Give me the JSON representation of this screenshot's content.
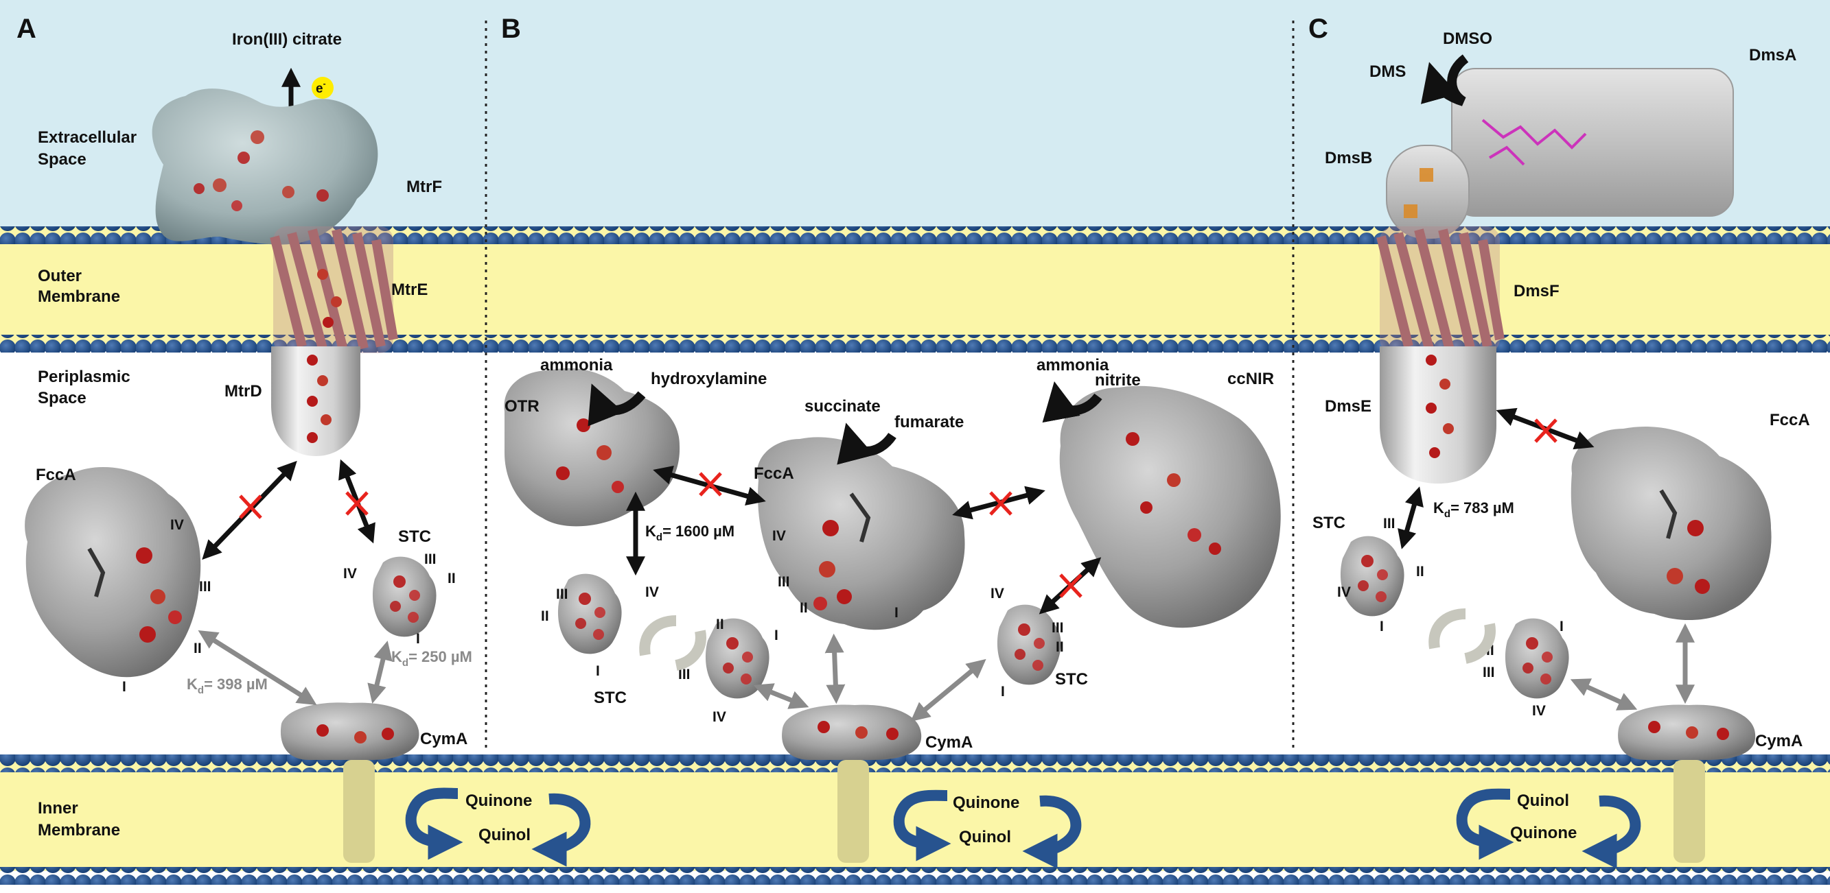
{
  "panels": {
    "a": {
      "letter": "A",
      "regions": {
        "extracellular": [
          "Extracellular",
          "Space"
        ],
        "outer_membrane": [
          "Outer",
          "Membrane"
        ],
        "periplasm": [
          "Periplasmic",
          "Space"
        ],
        "inner_membrane": [
          "Inner",
          "Membrane"
        ]
      },
      "substrate": "Iron(III) citrate",
      "electron": "e",
      "electron_sup": "-",
      "proteins": {
        "mtrf": "MtrF",
        "mtre": "MtrE",
        "mtrd": "MtrD",
        "fcca": "FccA",
        "stc": "STC",
        "cyma": "CymA"
      },
      "fcca_heme_labels": [
        "IV",
        "III",
        "II",
        "I"
      ],
      "stc_heme_labels": [
        "III",
        "IV",
        "II",
        "I"
      ],
      "kd_fcca_cyma": {
        "k": "K",
        "sub": "d",
        "value": "= 398 µM"
      },
      "kd_stc_cyma": {
        "k": "K",
        "sub": "d",
        "value": "= 250 µM"
      },
      "quinone": "Quinone",
      "quinol": "Quinol"
    },
    "b": {
      "letter": "B",
      "proteins": {
        "otr": "OTR",
        "fcca": "FccA",
        "ccnir": "ccNIR",
        "stc_left": "STC",
        "stc_right": "STC",
        "cyma": "CymA"
      },
      "otr_substrate": "hydroxylamine",
      "otr_product": "ammonia",
      "fcca_substrate": "fumarate",
      "fcca_product": "succinate",
      "ccnir_substrate": "nitrite",
      "ccnir_product": "ammonia",
      "fcca_heme_labels": [
        "IV",
        "III",
        "II",
        "I"
      ],
      "stc_left_heme_labels": [
        "III",
        "IV",
        "II",
        "I"
      ],
      "stc_mid_heme_labels": [
        "II",
        "I",
        "III",
        "IV"
      ],
      "stc_right_heme_labels": [
        "IV",
        "III",
        "II",
        "I"
      ],
      "kd_otr_stc": {
        "k": "K",
        "sub": "d",
        "value": "= 1600 µM"
      },
      "quinone": "Quinone",
      "quinol": "Quinol"
    },
    "c": {
      "letter": "C",
      "proteins": {
        "dmsa": "DmsA",
        "dmsb": "DmsB",
        "dmsf": "DmsF",
        "dmse": "DmsE",
        "fcca": "FccA",
        "stc": "STC",
        "cyma": "CymA"
      },
      "substrate": "DMSO",
      "product": "DMS",
      "stc_heme_labels": [
        "III",
        "II",
        "IV",
        "I"
      ],
      "stc_mid_heme_labels": [
        "I",
        "II",
        "III",
        "IV"
      ],
      "kd_dmse_stc": {
        "k": "K",
        "sub": "d",
        "value": "= 783 µM"
      },
      "quinol": "Quinol",
      "quinone": "Quinone"
    }
  },
  "colors": {
    "extracellular": "#d5ebf2",
    "membrane_core": "#fbf6a8",
    "lipid_head": "#1f4f8c",
    "protein_gray": "#9d9d9d",
    "heme_red": "#b51a1a",
    "barrel_rose": "#a86a6e",
    "quinone_arrow": "#27538f",
    "arrow_black": "#111111",
    "arrow_gray": "#8a8a8a",
    "block_red": "#e8231d",
    "electron_yellow": "#ffec00",
    "dms_cofactor": "#cc33bb"
  }
}
